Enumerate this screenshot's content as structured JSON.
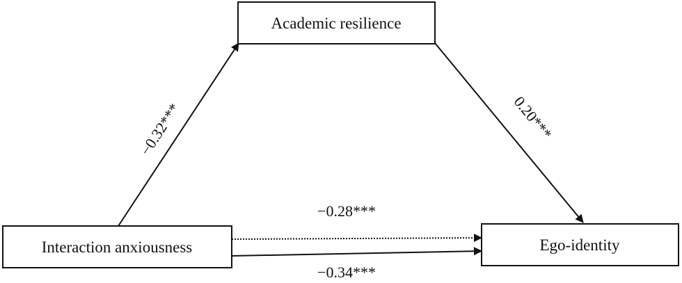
{
  "nodes": {
    "mediator": {
      "label": "Academic resilience"
    },
    "predictor": {
      "label": "Interaction anxiousness"
    },
    "outcome": {
      "label": "Ego-identity"
    }
  },
  "paths": {
    "a": {
      "coefficient": "−0.32***"
    },
    "b": {
      "coefficient": "0.20***"
    },
    "c_prime": {
      "coefficient": "−0.28***",
      "line_style": "dotted"
    },
    "c": {
      "coefficient": "−0.34***",
      "line_style": "solid"
    }
  },
  "colors": {
    "stroke": "#111111",
    "background": "#ffffff"
  }
}
